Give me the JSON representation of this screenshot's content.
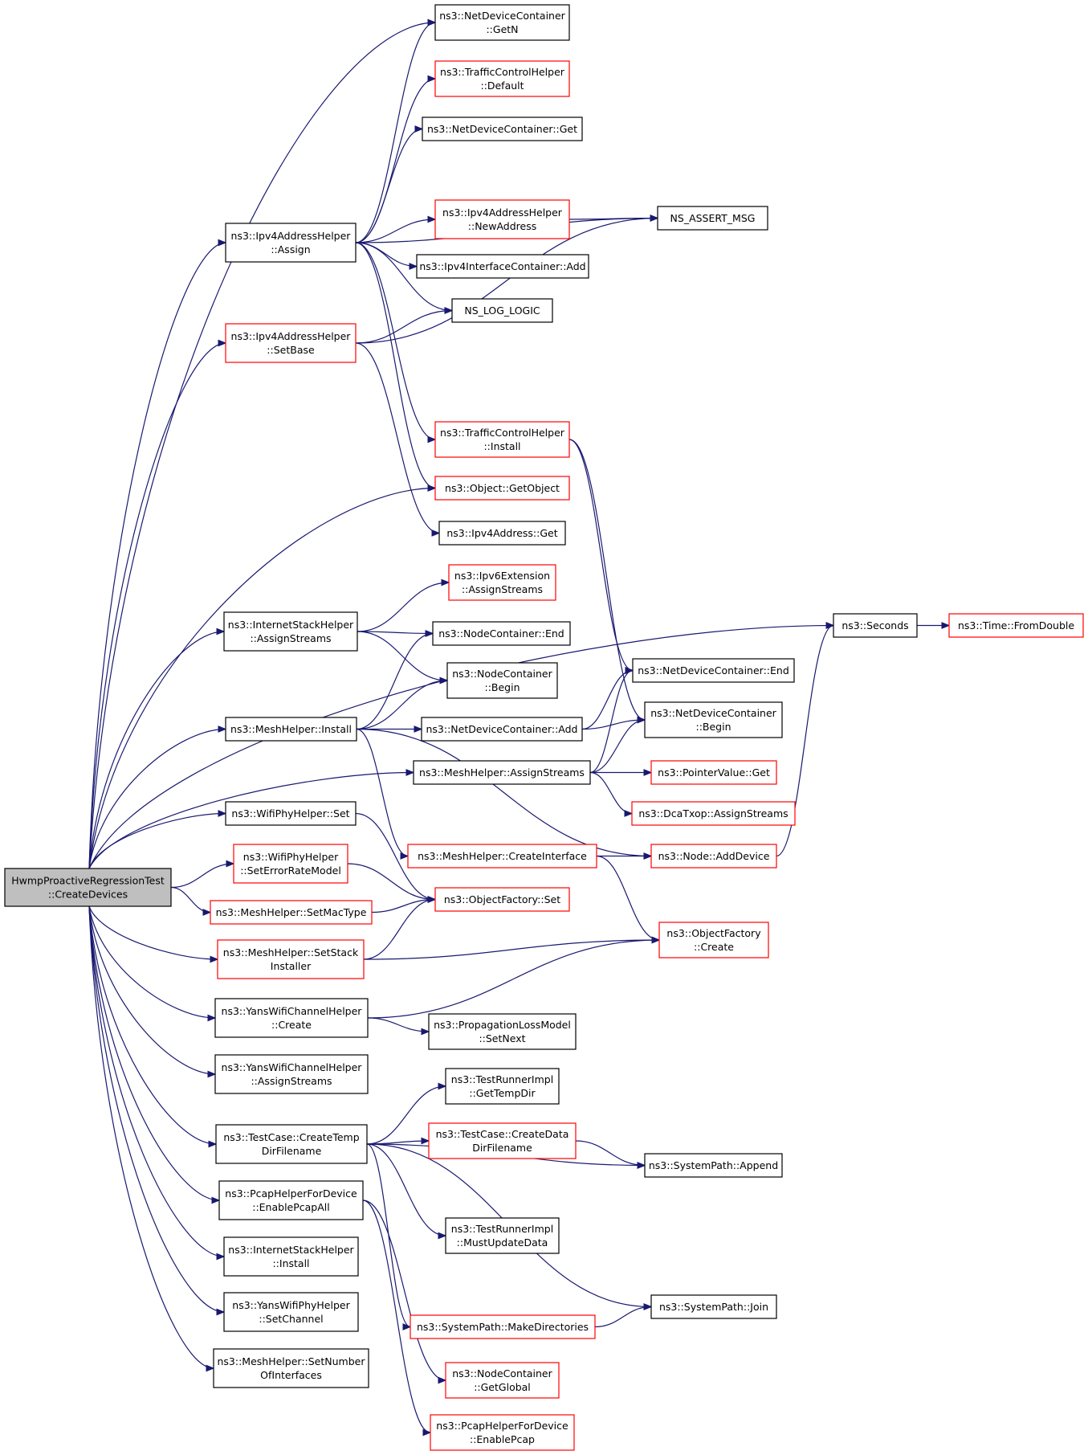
{
  "graph": {
    "colors": {
      "edge": "#191970",
      "documented_border": "#000000",
      "undocumented_border": "#ff0000",
      "root_fill": "#bfbfbf",
      "node_fill": "#ffffff"
    },
    "nodes": [
      {
        "id": "root",
        "lines": [
          "HwmpProactiveRegressionTest",
          "::CreateDevices"
        ],
        "style": "root"
      },
      {
        "id": "ipv4_assign",
        "lines": [
          "ns3::Ipv4AddressHelper",
          "::Assign"
        ],
        "style": "black"
      },
      {
        "id": "ipv4_setbase",
        "lines": [
          "ns3::Ipv4AddressHelper",
          "::SetBase"
        ],
        "style": "red"
      },
      {
        "id": "inet_assignstreams",
        "lines": [
          "ns3::InternetStackHelper",
          "::AssignStreams"
        ],
        "style": "black"
      },
      {
        "id": "mesh_install",
        "lines": [
          "ns3::MeshHelper::Install"
        ],
        "style": "black"
      },
      {
        "id": "wifiphy_set",
        "lines": [
          "ns3::WifiPhyHelper::Set"
        ],
        "style": "black"
      },
      {
        "id": "wifiphy_seterr",
        "lines": [
          "ns3::WifiPhyHelper",
          "::SetErrorRateModel"
        ],
        "style": "red"
      },
      {
        "id": "mesh_setmac",
        "lines": [
          "ns3::MeshHelper::SetMacType"
        ],
        "style": "red"
      },
      {
        "id": "mesh_setstack",
        "lines": [
          "ns3::MeshHelper::SetStack",
          "Installer"
        ],
        "style": "red"
      },
      {
        "id": "yans_create",
        "lines": [
          "ns3::YansWifiChannelHelper",
          "::Create"
        ],
        "style": "black"
      },
      {
        "id": "yans_assign",
        "lines": [
          "ns3::YansWifiChannelHelper",
          "::AssignStreams"
        ],
        "style": "black"
      },
      {
        "id": "tc_createtemp",
        "lines": [
          "ns3::TestCase::CreateTemp",
          "DirFilename"
        ],
        "style": "black"
      },
      {
        "id": "pcap_enableall",
        "lines": [
          "ns3::PcapHelperForDevice",
          "::EnablePcapAll"
        ],
        "style": "black"
      },
      {
        "id": "inet_install",
        "lines": [
          "ns3::InternetStackHelper",
          "::Install"
        ],
        "style": "black"
      },
      {
        "id": "yansphy_setch",
        "lines": [
          "ns3::YansWifiPhyHelper",
          "::SetChannel"
        ],
        "style": "black"
      },
      {
        "id": "mesh_setnum",
        "lines": [
          "ns3::MeshHelper::SetNumber",
          "OfInterfaces"
        ],
        "style": "black"
      },
      {
        "id": "ndc_getn",
        "lines": [
          "ns3::NetDeviceContainer",
          "::GetN"
        ],
        "style": "black"
      },
      {
        "id": "tch_default",
        "lines": [
          "ns3::TrafficControlHelper",
          "::Default"
        ],
        "style": "red"
      },
      {
        "id": "ndc_get",
        "lines": [
          "ns3::NetDeviceContainer::Get"
        ],
        "style": "black"
      },
      {
        "id": "ipv4_newaddr",
        "lines": [
          "ns3::Ipv4AddressHelper",
          "::NewAddress"
        ],
        "style": "red"
      },
      {
        "id": "ns_assert",
        "lines": [
          "NS_ASSERT_MSG"
        ],
        "style": "black"
      },
      {
        "id": "ipv4ic_add",
        "lines": [
          "ns3::Ipv4InterfaceContainer::Add"
        ],
        "style": "black"
      },
      {
        "id": "ns_log",
        "lines": [
          "NS_LOG_LOGIC"
        ],
        "style": "black"
      },
      {
        "id": "tch_install",
        "lines": [
          "ns3::TrafficControlHelper",
          "::Install"
        ],
        "style": "red"
      },
      {
        "id": "obj_getobject",
        "lines": [
          "ns3::Object::GetObject"
        ],
        "style": "red"
      },
      {
        "id": "ipv4addr_get",
        "lines": [
          "ns3::Ipv4Address::Get"
        ],
        "style": "black"
      },
      {
        "id": "ipv6ext_assign",
        "lines": [
          "ns3::Ipv6Extension",
          "::AssignStreams"
        ],
        "style": "red"
      },
      {
        "id": "nc_end",
        "lines": [
          "ns3::NodeContainer::End"
        ],
        "style": "black"
      },
      {
        "id": "nc_begin",
        "lines": [
          "ns3::NodeContainer",
          "::Begin"
        ],
        "style": "black"
      },
      {
        "id": "ndc_add",
        "lines": [
          "ns3::NetDeviceContainer::Add"
        ],
        "style": "black"
      },
      {
        "id": "mesh_assign",
        "lines": [
          "ns3::MeshHelper::AssignStreams"
        ],
        "style": "black"
      },
      {
        "id": "mesh_createif",
        "lines": [
          "ns3::MeshHelper::CreateInterface"
        ],
        "style": "red"
      },
      {
        "id": "of_set",
        "lines": [
          "ns3::ObjectFactory::Set"
        ],
        "style": "red"
      },
      {
        "id": "plm_setnext",
        "lines": [
          "ns3::PropagationLossModel",
          "::SetNext"
        ],
        "style": "black"
      },
      {
        "id": "tri_gettemp",
        "lines": [
          "ns3::TestRunnerImpl",
          "::GetTempDir"
        ],
        "style": "black"
      },
      {
        "id": "tc_createdata",
        "lines": [
          "ns3::TestCase::CreateData",
          "DirFilename"
        ],
        "style": "red"
      },
      {
        "id": "tri_mustupdate",
        "lines": [
          "ns3::TestRunnerImpl",
          "::MustUpdateData"
        ],
        "style": "black"
      },
      {
        "id": "sp_makedirs",
        "lines": [
          "ns3::SystemPath::MakeDirectories"
        ],
        "style": "red"
      },
      {
        "id": "nc_getglobal",
        "lines": [
          "ns3::NodeContainer",
          "::GetGlobal"
        ],
        "style": "red"
      },
      {
        "id": "pcap_enable",
        "lines": [
          "ns3::PcapHelperForDevice",
          "::EnablePcap"
        ],
        "style": "red"
      },
      {
        "id": "ndc_end",
        "lines": [
          "ns3::NetDeviceContainer::End"
        ],
        "style": "black"
      },
      {
        "id": "ndc_begin",
        "lines": [
          "ns3::NetDeviceContainer",
          "::Begin"
        ],
        "style": "black"
      },
      {
        "id": "pv_get",
        "lines": [
          "ns3::PointerValue::Get"
        ],
        "style": "red"
      },
      {
        "id": "dca_assign",
        "lines": [
          "ns3::DcaTxop::AssignStreams"
        ],
        "style": "red"
      },
      {
        "id": "node_adddev",
        "lines": [
          "ns3::Node::AddDevice"
        ],
        "style": "red"
      },
      {
        "id": "of_create",
        "lines": [
          "ns3::ObjectFactory",
          "::Create"
        ],
        "style": "red"
      },
      {
        "id": "sp_append",
        "lines": [
          "ns3::SystemPath::Append"
        ],
        "style": "black"
      },
      {
        "id": "sp_join",
        "lines": [
          "ns3::SystemPath::Join"
        ],
        "style": "black"
      },
      {
        "id": "seconds",
        "lines": [
          "ns3::Seconds"
        ],
        "style": "black"
      },
      {
        "id": "time_fromdouble",
        "lines": [
          "ns3::Time::FromDouble"
        ],
        "style": "red"
      }
    ],
    "edges": [
      [
        "root",
        "ndc_getn"
      ],
      [
        "root",
        "ipv4_assign"
      ],
      [
        "root",
        "ipv4_setbase"
      ],
      [
        "root",
        "seconds"
      ],
      [
        "root",
        "obj_getobject"
      ],
      [
        "root",
        "inet_assignstreams"
      ],
      [
        "root",
        "mesh_install"
      ],
      [
        "root",
        "mesh_assign"
      ],
      [
        "root",
        "wifiphy_set"
      ],
      [
        "root",
        "wifiphy_seterr"
      ],
      [
        "root",
        "mesh_setmac"
      ],
      [
        "root",
        "mesh_setstack"
      ],
      [
        "root",
        "yans_create"
      ],
      [
        "root",
        "yans_assign"
      ],
      [
        "root",
        "tc_createtemp"
      ],
      [
        "root",
        "pcap_enableall"
      ],
      [
        "root",
        "inet_install"
      ],
      [
        "root",
        "yansphy_setch"
      ],
      [
        "root",
        "mesh_setnum"
      ],
      [
        "ipv4_assign",
        "ndc_getn"
      ],
      [
        "ipv4_assign",
        "tch_default"
      ],
      [
        "ipv4_assign",
        "ndc_get"
      ],
      [
        "ipv4_assign",
        "ns_assert"
      ],
      [
        "ipv4_assign",
        "ipv4_newaddr"
      ],
      [
        "ipv4_assign",
        "ipv4ic_add"
      ],
      [
        "ipv4_assign",
        "ns_log"
      ],
      [
        "ipv4_assign",
        "tch_install"
      ],
      [
        "ipv4_assign",
        "obj_getobject"
      ],
      [
        "ipv4_newaddr",
        "ns_assert"
      ],
      [
        "ipv4_setbase",
        "ns_log"
      ],
      [
        "ipv4_setbase",
        "ns_assert"
      ],
      [
        "ipv4_setbase",
        "ipv4addr_get"
      ],
      [
        "tch_install",
        "ndc_end"
      ],
      [
        "tch_install",
        "ndc_begin"
      ],
      [
        "inet_assignstreams",
        "ipv6ext_assign"
      ],
      [
        "inet_assignstreams",
        "nc_end"
      ],
      [
        "inet_assignstreams",
        "nc_begin"
      ],
      [
        "mesh_install",
        "nc_end"
      ],
      [
        "mesh_install",
        "nc_begin"
      ],
      [
        "mesh_install",
        "ndc_add"
      ],
      [
        "mesh_install",
        "mesh_createif"
      ],
      [
        "mesh_install",
        "node_adddev"
      ],
      [
        "ndc_add",
        "ndc_end"
      ],
      [
        "ndc_add",
        "ndc_begin"
      ],
      [
        "mesh_assign",
        "ndc_end"
      ],
      [
        "mesh_assign",
        "ndc_begin"
      ],
      [
        "mesh_assign",
        "pv_get"
      ],
      [
        "mesh_assign",
        "dca_assign"
      ],
      [
        "mesh_createif",
        "node_adddev"
      ],
      [
        "mesh_createif",
        "of_create"
      ],
      [
        "wifiphy_set",
        "of_set"
      ],
      [
        "wifiphy_seterr",
        "of_set"
      ],
      [
        "mesh_setmac",
        "of_set"
      ],
      [
        "mesh_setstack",
        "of_set"
      ],
      [
        "mesh_setstack",
        "of_create"
      ],
      [
        "yans_create",
        "of_create"
      ],
      [
        "yans_create",
        "plm_setnext"
      ],
      [
        "tc_createtemp",
        "tri_gettemp"
      ],
      [
        "tc_createtemp",
        "tc_createdata"
      ],
      [
        "tc_createtemp",
        "sp_append"
      ],
      [
        "tc_createtemp",
        "tri_mustupdate"
      ],
      [
        "tc_createtemp",
        "sp_join"
      ],
      [
        "tc_createtemp",
        "sp_makedirs"
      ],
      [
        "tc_createdata",
        "sp_append"
      ],
      [
        "sp_makedirs",
        "sp_join"
      ],
      [
        "pcap_enableall",
        "nc_getglobal"
      ],
      [
        "pcap_enableall",
        "pcap_enable"
      ],
      [
        "node_adddev",
        "seconds"
      ],
      [
        "seconds",
        "time_fromdouble"
      ]
    ]
  }
}
